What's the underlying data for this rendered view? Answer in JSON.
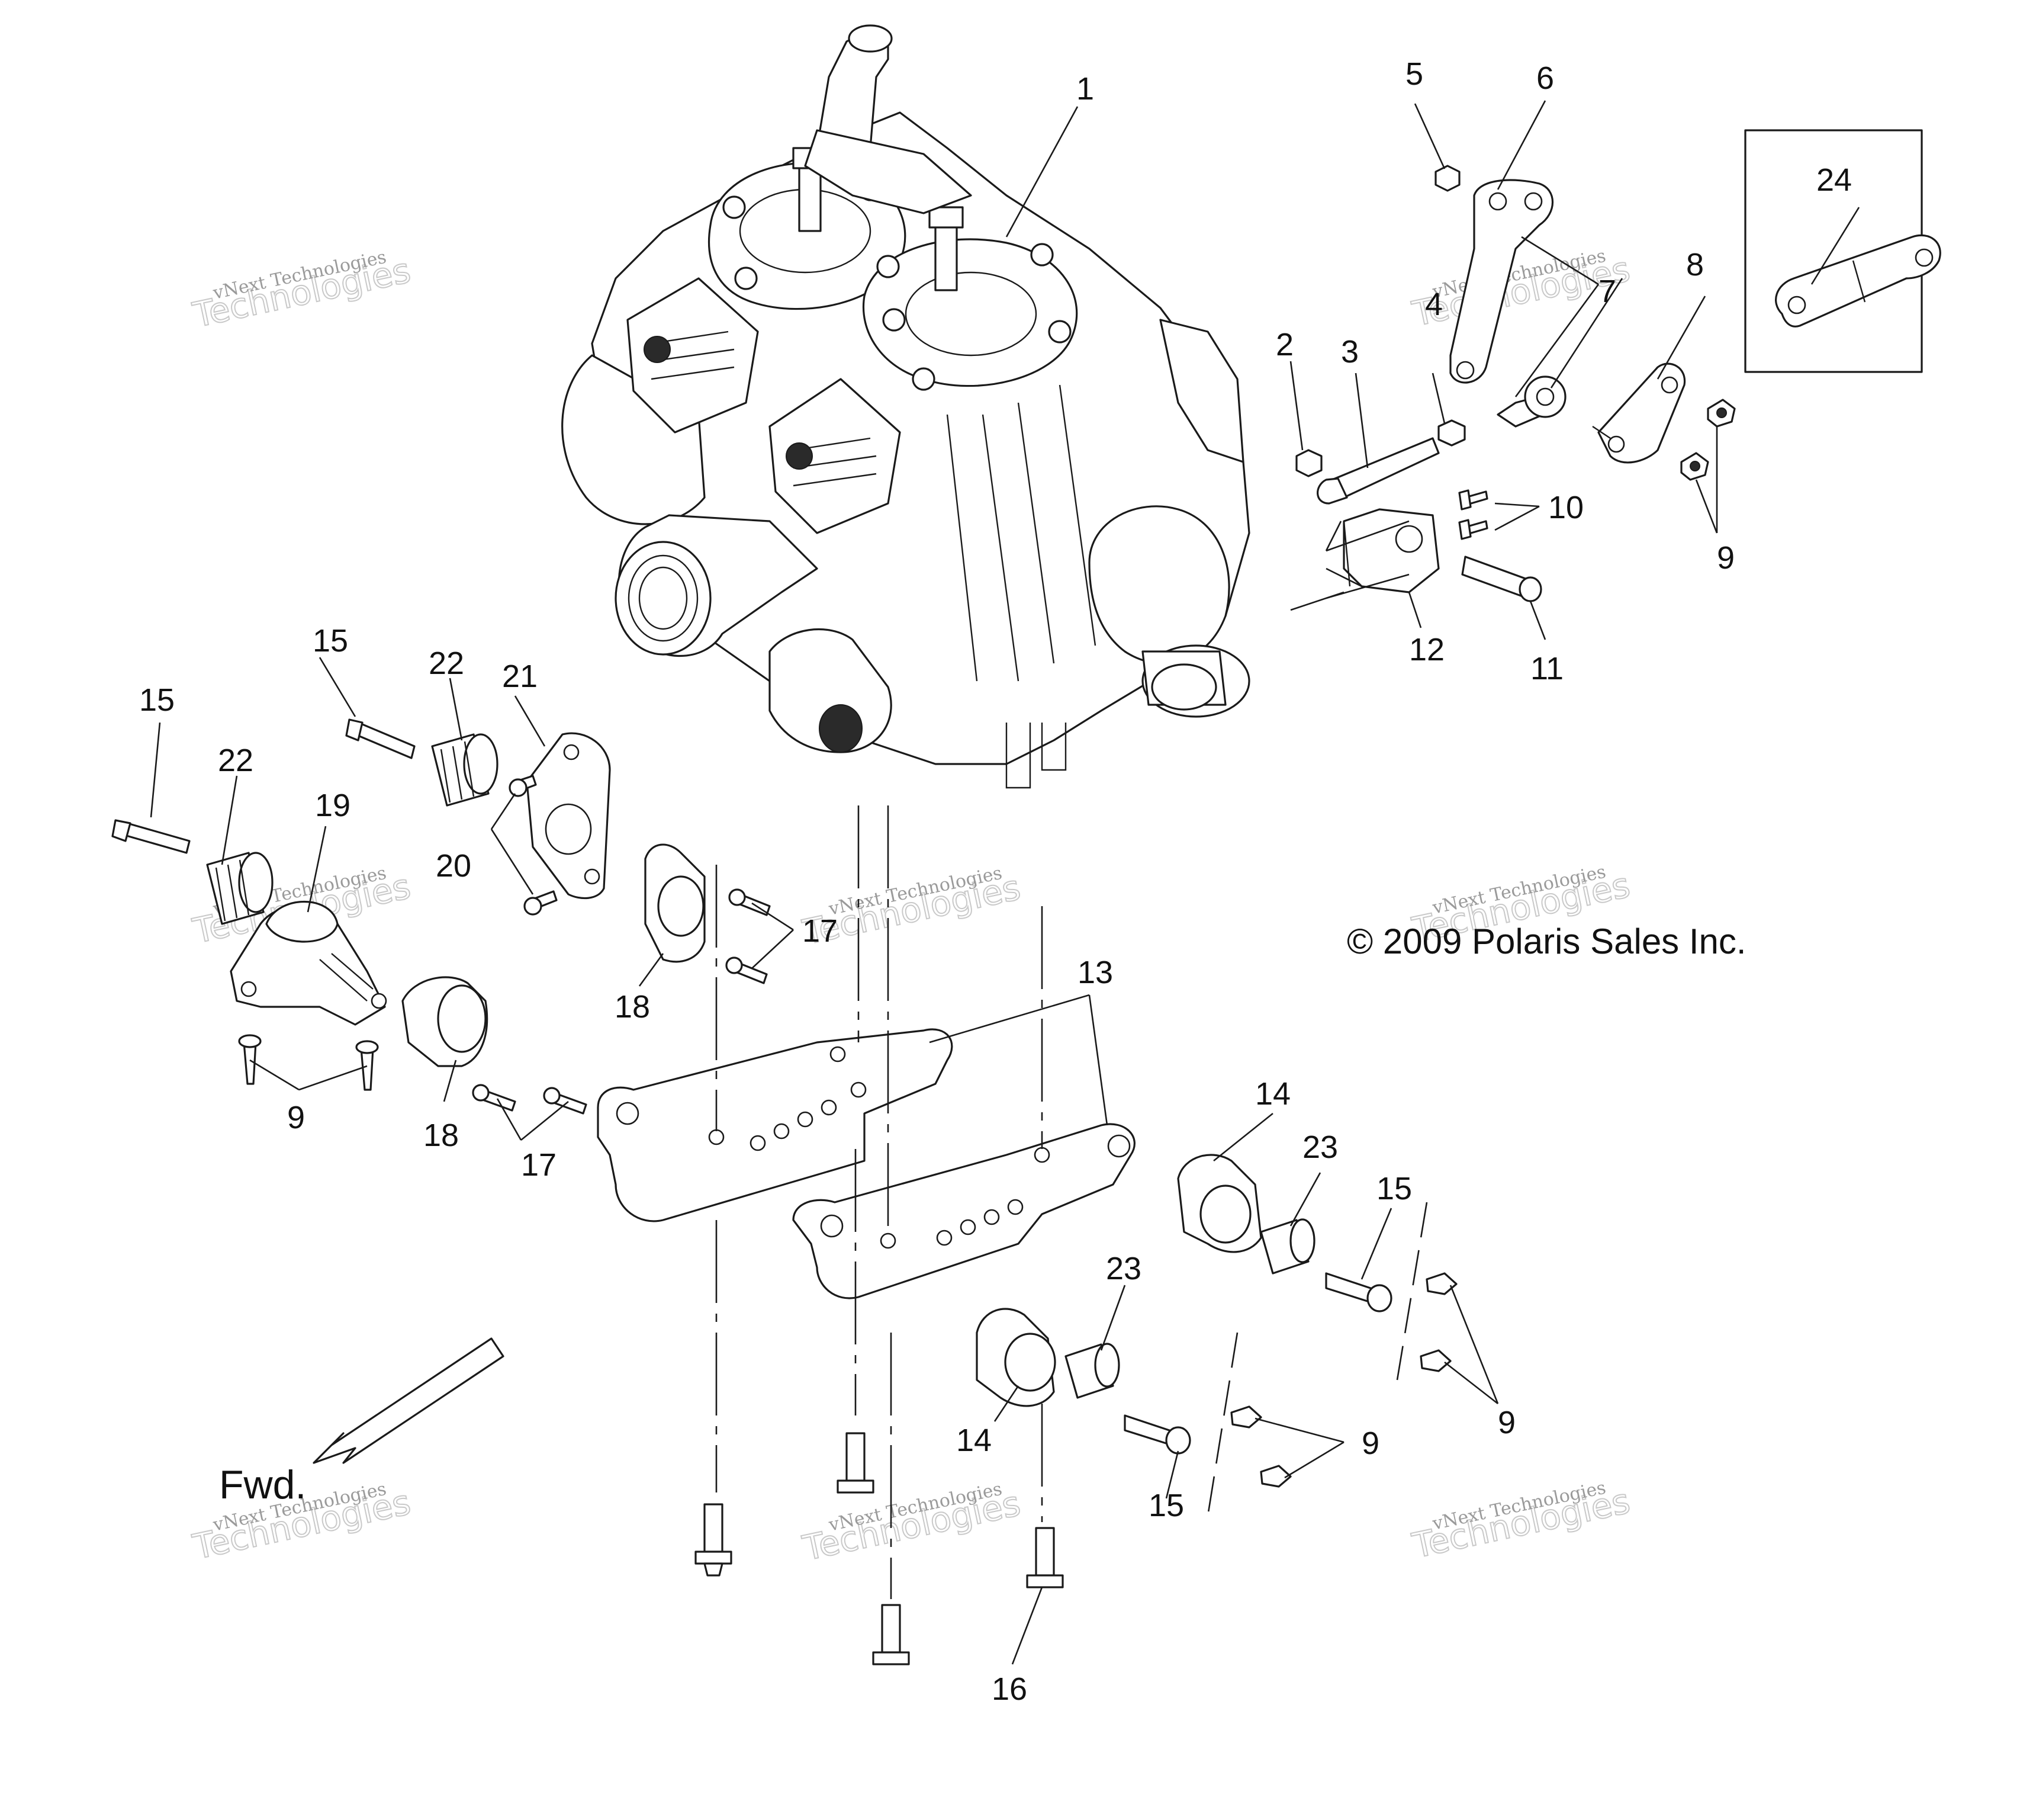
{
  "copyright": "© 2009 Polaris Sales Inc.",
  "direction_label": "Fwd.",
  "watermark": {
    "small": "vNext Technologies",
    "big": "Technologies"
  },
  "callouts": [
    {
      "id": "c1",
      "text": "1"
    },
    {
      "id": "c2",
      "text": "2"
    },
    {
      "id": "c3",
      "text": "3"
    },
    {
      "id": "c4",
      "text": "4"
    },
    {
      "id": "c5",
      "text": "5"
    },
    {
      "id": "c6",
      "text": "6"
    },
    {
      "id": "c7",
      "text": "7"
    },
    {
      "id": "c8",
      "text": "8"
    },
    {
      "id": "c9a",
      "text": "9"
    },
    {
      "id": "c9b",
      "text": "9"
    },
    {
      "id": "c9c",
      "text": "9"
    },
    {
      "id": "c9d",
      "text": "9"
    },
    {
      "id": "c10",
      "text": "10"
    },
    {
      "id": "c11",
      "text": "11"
    },
    {
      "id": "c12",
      "text": "12"
    },
    {
      "id": "c13",
      "text": "13"
    },
    {
      "id": "c14a",
      "text": "14"
    },
    {
      "id": "c14b",
      "text": "14"
    },
    {
      "id": "c15a",
      "text": "15"
    },
    {
      "id": "c15b",
      "text": "15"
    },
    {
      "id": "c15c",
      "text": "15"
    },
    {
      "id": "c15d",
      "text": "15"
    },
    {
      "id": "c16",
      "text": "16"
    },
    {
      "id": "c17a",
      "text": "17"
    },
    {
      "id": "c17b",
      "text": "17"
    },
    {
      "id": "c18a",
      "text": "18"
    },
    {
      "id": "c18b",
      "text": "18"
    },
    {
      "id": "c19",
      "text": "19"
    },
    {
      "id": "c20",
      "text": "20"
    },
    {
      "id": "c21",
      "text": "21"
    },
    {
      "id": "c22a",
      "text": "22"
    },
    {
      "id": "c22b",
      "text": "22"
    },
    {
      "id": "c23a",
      "text": "23"
    },
    {
      "id": "c23b",
      "text": "23"
    },
    {
      "id": "c24",
      "text": "24"
    }
  ]
}
